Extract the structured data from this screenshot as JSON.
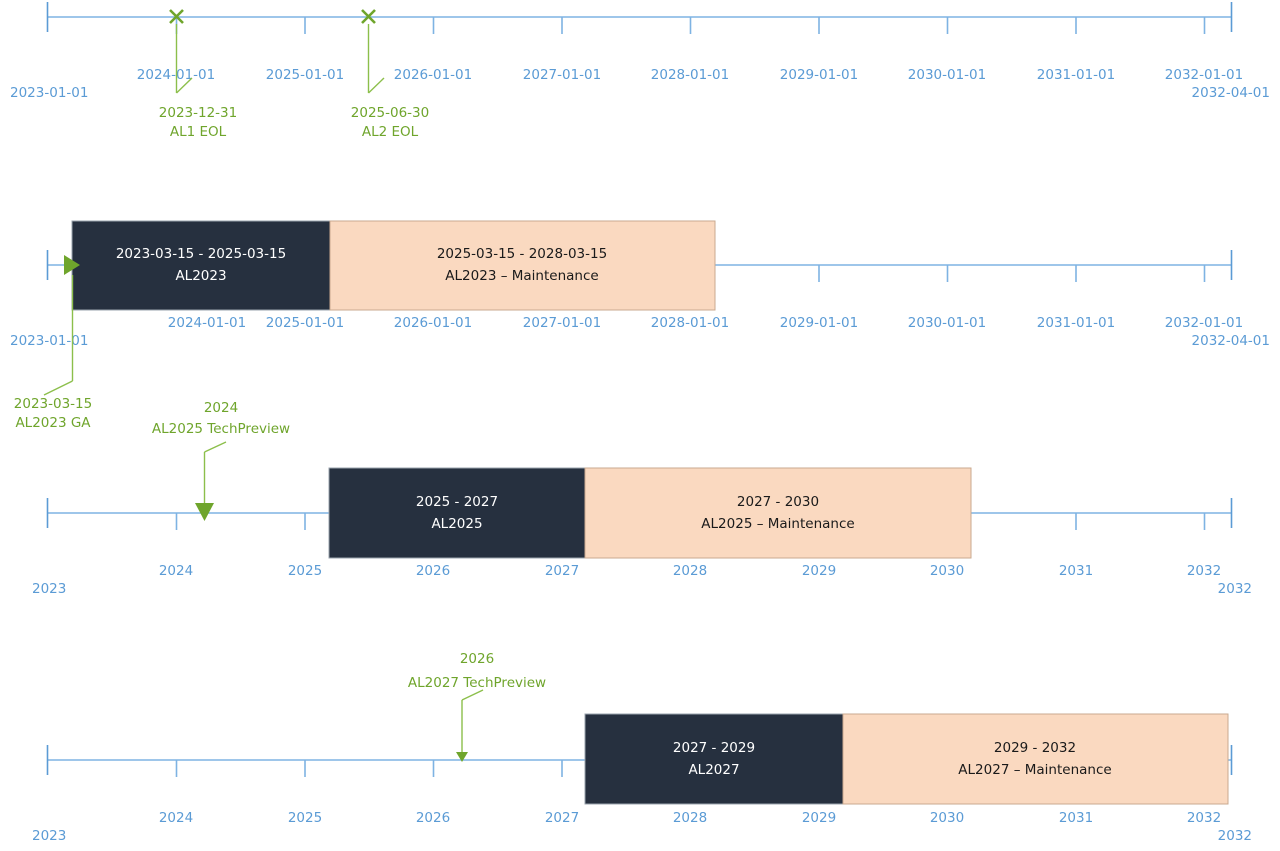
{
  "colors": {
    "axis": "#7EB3E3",
    "tick_label": "#5B9BD5",
    "bar_active": "#26303F",
    "bar_maintenance": "#FAD9C0",
    "marker_green": "#6FA52C",
    "background": "#FFFFFF"
  },
  "chart_data": {
    "type": "timeline",
    "title": "",
    "lanes": [
      {
        "id": "lane-eol",
        "axis": {
          "start_label": "2023-01-01",
          "end_label": "2032-04-01",
          "ticks": [
            "2023-01-01",
            "2024-01-01",
            "2025-01-01",
            "2026-01-01",
            "2027-01-01",
            "2028-01-01",
            "2029-01-01",
            "2030-01-01",
            "2031-01-01",
            "2032-01-01"
          ]
        },
        "bars": [],
        "markers": [
          {
            "glyph": "x-marker-icon",
            "date": "2023-12-31",
            "label": "AL1 EOL"
          },
          {
            "glyph": "x-marker-icon",
            "date": "2025-06-30",
            "label": "AL2 EOL"
          }
        ]
      },
      {
        "id": "lane-al2023",
        "axis": {
          "start_label": "2023-01-01",
          "end_label": "2032-04-01",
          "ticks": [
            "2023-01-01",
            "2024-01-01",
            "2025-01-01",
            "2026-01-01",
            "2027-01-01",
            "2028-01-01",
            "2029-01-01",
            "2030-01-01",
            "2031-01-01",
            "2032-01-01"
          ]
        },
        "bars": [
          {
            "kind": "active",
            "range": "2023-03-15 - 2025-03-15",
            "name": "AL2023"
          },
          {
            "kind": "maintenance",
            "range": "2025-03-15 - 2028-03-15",
            "name": "AL2023 – Maintenance"
          }
        ],
        "markers": [
          {
            "glyph": "triangle-up-icon",
            "date": "2023-03-15",
            "label": "AL2023 GA"
          }
        ]
      },
      {
        "id": "lane-al2025",
        "axis": {
          "start_label": "2023",
          "end_label": "2032",
          "ticks": [
            "2023",
            "2024",
            "2025",
            "2026",
            "2027",
            "2028",
            "2029",
            "2030",
            "2031",
            "2032"
          ]
        },
        "bars": [
          {
            "kind": "active",
            "range": "2025 - 2027",
            "name": "AL2025"
          },
          {
            "kind": "maintenance",
            "range": "2027 - 2030",
            "name": "AL2025 – Maintenance"
          }
        ],
        "markers": [
          {
            "glyph": "triangle-down-icon",
            "date": "2024",
            "label": "AL2025 TechPreview"
          }
        ]
      },
      {
        "id": "lane-al2027",
        "axis": {
          "start_label": "2023",
          "end_label": "2032",
          "ticks": [
            "2023",
            "2024",
            "2025",
            "2026",
            "2027",
            "2028",
            "2029",
            "2030",
            "2031",
            "2032"
          ]
        },
        "bars": [
          {
            "kind": "active",
            "range": "2027 - 2029",
            "name": "AL2027"
          },
          {
            "kind": "maintenance",
            "range": "2029 - 2032",
            "name": "AL2027 – Maintenance"
          }
        ],
        "markers": [
          {
            "glyph": "triangle-down-icon",
            "date": "2026",
            "label": "AL2027 TechPreview"
          }
        ]
      }
    ]
  },
  "lane1": {
    "axis_start": "2023-01-01",
    "axis_end": "2032-04-01",
    "t0": "2023-01-01",
    "t1": "2024-01-01",
    "t2": "2025-01-01",
    "t3": "2026-01-01",
    "t4": "2027-01-01",
    "t5": "2028-01-01",
    "t6": "2029-01-01",
    "t7": "2030-01-01",
    "t8": "2031-01-01",
    "t9": "2032-01-01",
    "m1_date": "2023-12-31",
    "m1_label": "AL1 EOL",
    "m2_date": "2025-06-30",
    "m2_label": "AL2 EOL"
  },
  "lane2": {
    "axis_start": "2023-01-01",
    "axis_end": "2032-04-01",
    "t1": "2024-01-01",
    "t2": "2025-01-01",
    "t3": "2026-01-01",
    "t4": "2027-01-01",
    "t5": "2028-01-01",
    "t6": "2029-01-01",
    "t7": "2030-01-01",
    "t8": "2031-01-01",
    "t9": "2032-01-01",
    "bar_active_range": "2023-03-15 - 2025-03-15",
    "bar_active_name": "AL2023",
    "bar_maint_range": "2025-03-15 - 2028-03-15",
    "bar_maint_name": "AL2023 – Maintenance",
    "m1_date": "2023-03-15",
    "m1_label": "AL2023 GA"
  },
  "lane3": {
    "axis_start": "2023",
    "axis_end": "2032",
    "t1": "2024",
    "t2": "2025",
    "t3": "2026",
    "t4": "2027",
    "t5": "2028",
    "t6": "2029",
    "t7": "2030",
    "t8": "2031",
    "t9": "2032",
    "bar_active_range": "2025 - 2027",
    "bar_active_name": "AL2025",
    "bar_maint_range": "2027 - 2030",
    "bar_maint_name": "AL2025 – Maintenance",
    "m1_date": "2024",
    "m1_label": "AL2025 TechPreview"
  },
  "lane4": {
    "axis_start": "2023",
    "axis_end": "2032",
    "t1": "2024",
    "t2": "2025",
    "t3": "2026",
    "t4": "2027",
    "t5": "2028",
    "t6": "2029",
    "t7": "2030",
    "t8": "2031",
    "t9": "2032",
    "bar_active_range": "2027 - 2029",
    "bar_active_name": "AL2027",
    "bar_maint_range": "2029 - 2032",
    "bar_maint_name": "AL2027 – Maintenance",
    "m1_date": "2026",
    "m1_label": "AL2027 TechPreview"
  }
}
